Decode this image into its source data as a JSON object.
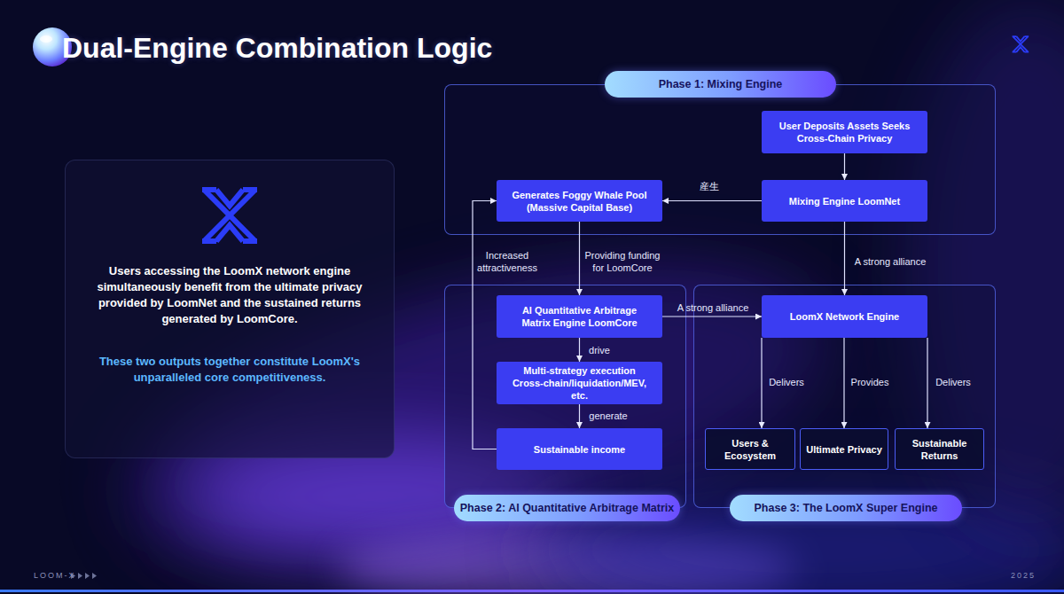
{
  "diagram": {
    "title": "Dual-Engine Combination Logic",
    "nodes": [
      {
        "text": [
          "Users accessing the LoomX network engine simultaneously benefit from the ultimate privacy provided by LoomNet and the sustained returns generated by LoomCore.",
          "These two outputs together constitute LoomX's unparalleled core competitiveness."
        ]
      },
      {
        "text": [
          "Phase 1: Mixing Engine"
        ]
      },
      {
        "text": [
          "User Deposits Assets Seeks Cross-Chain Privacy"
        ],
        "in": 1
      },
      {
        "text": [
          "Generates Foggy Whale Pool (Massive Capital Base)"
        ],
        "in": 1
      },
      {
        "text": [
          "Mixing Engine LoomNet"
        ],
        "in": 1
      },
      {
        "text": [
          "Phase 2: AI Quantitative Arbitrage Matrix"
        ]
      },
      {
        "text": [
          "AI Quantitative Arbitrage Matrix Engine LoomCore"
        ],
        "in": 5
      },
      {
        "text": [
          "Multi-strategy execution Cross-chain/liquidation/MEV, etc."
        ],
        "in": 5
      },
      {
        "text": [
          "Sustainable income"
        ],
        "in": 5
      },
      {
        "text": [
          "Phase 3: The LoomX Super Engine"
        ]
      },
      {
        "text": [
          "LoomX Network Engine"
        ],
        "in": 9
      },
      {
        "text": [
          "Users & Ecosystem"
        ],
        "in": 9
      },
      {
        "text": [
          "Ultimate Privacy"
        ],
        "in": 9
      },
      {
        "text": [
          "Sustainable Returns"
        ],
        "in": 9
      }
    ],
    "edges": [
      {
        "from": 2,
        "to": 4,
        "arrow": "to"
      },
      {
        "from": 4,
        "to": 3,
        "label": "産生",
        "arrow": "to"
      },
      {
        "from": 3,
        "to": 6,
        "label": "Providing funding for LoomCore",
        "arrow": "to"
      },
      {
        "from": 6,
        "to": 7,
        "label": "drive",
        "arrow": "to"
      },
      {
        "from": 7,
        "to": 8,
        "label": "generate",
        "arrow": "to"
      },
      {
        "from": 8,
        "to": 3,
        "label": "Increased attractiveness",
        "arrow": "to"
      },
      {
        "from": 4,
        "to": 10,
        "label": "A strong alliance",
        "arrow": "to"
      },
      {
        "from": 6,
        "to": 10,
        "label": "A strong alliance",
        "arrow": "to"
      },
      {
        "from": 10,
        "to": 11,
        "label": "Delivers",
        "arrow": "to"
      },
      {
        "from": 10,
        "to": 12,
        "label": "Provides",
        "arrow": "to"
      },
      {
        "from": 10,
        "to": 13,
        "label": "Delivers",
        "arrow": "to"
      }
    ],
    "labels": [
      "LOOM-X",
      "2025"
    ]
  }
}
